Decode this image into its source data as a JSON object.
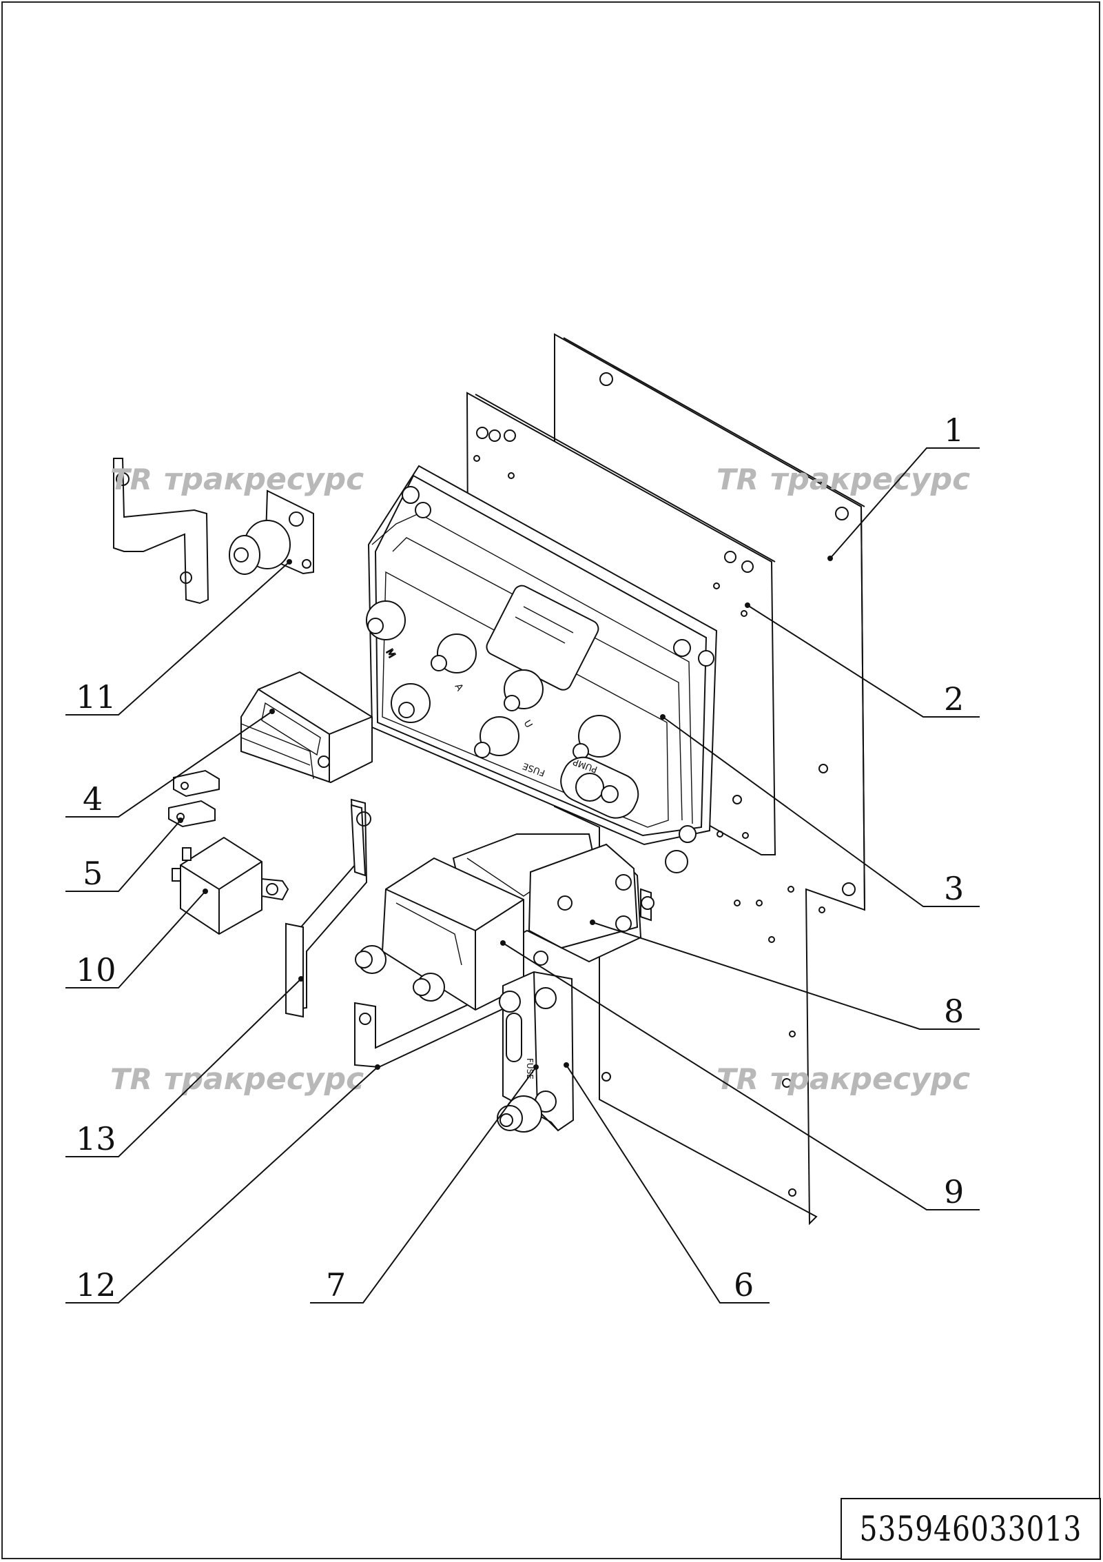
{
  "drawing": {
    "part_number": "535946033013",
    "watermark": "тракресурс",
    "watermark_logo": "TR",
    "callouts": [
      {
        "id": "1",
        "label": "1"
      },
      {
        "id": "2",
        "label": "2"
      },
      {
        "id": "3",
        "label": "3"
      },
      {
        "id": "4",
        "label": "4"
      },
      {
        "id": "5",
        "label": "5"
      },
      {
        "id": "6",
        "label": "6"
      },
      {
        "id": "7",
        "label": "7"
      },
      {
        "id": "8",
        "label": "8"
      },
      {
        "id": "9",
        "label": "9"
      },
      {
        "id": "10",
        "label": "10"
      },
      {
        "id": "11",
        "label": "11"
      },
      {
        "id": "12",
        "label": "12"
      },
      {
        "id": "13",
        "label": "13"
      }
    ],
    "controller_markings": [
      "M",
      "A",
      "U",
      "PUMP",
      "FUSE"
    ]
  }
}
